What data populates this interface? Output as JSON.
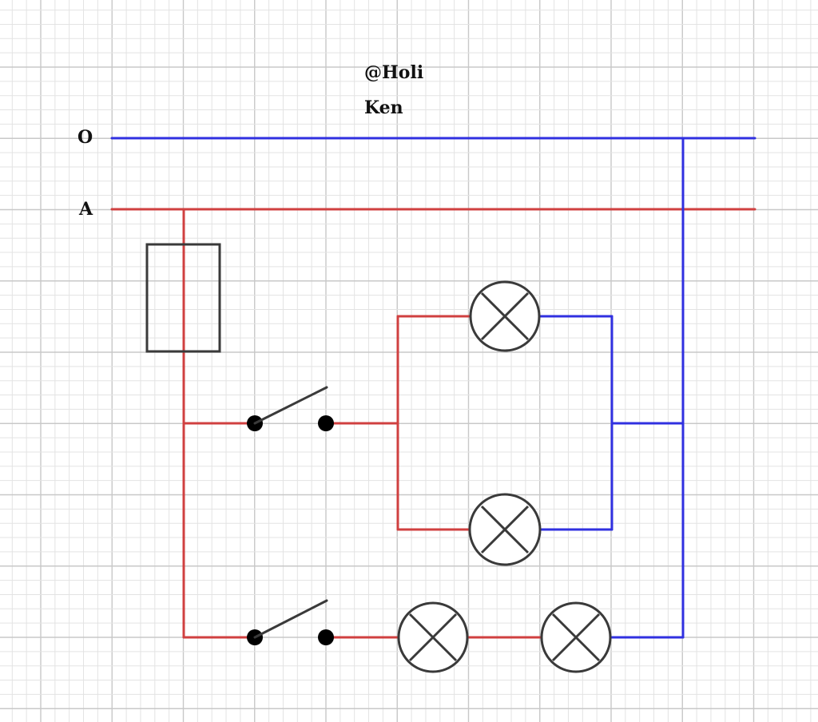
{
  "credit": {
    "line1": "@Holi",
    "line2": "Ken"
  },
  "lines": {
    "neutral_label": "O",
    "phase_label": "A"
  },
  "colors": {
    "phase": "#d04040",
    "neutral": "#3030e0",
    "component": "#3a3a3a",
    "grid_minor": "#e3e3e3",
    "grid_major": "#c8c8c8"
  },
  "components": {
    "fuse": "fuse-symbol",
    "switches": [
      "switch-1",
      "switch-2"
    ],
    "lamps": [
      "lamp-1",
      "lamp-2",
      "lamp-3",
      "lamp-4"
    ]
  }
}
